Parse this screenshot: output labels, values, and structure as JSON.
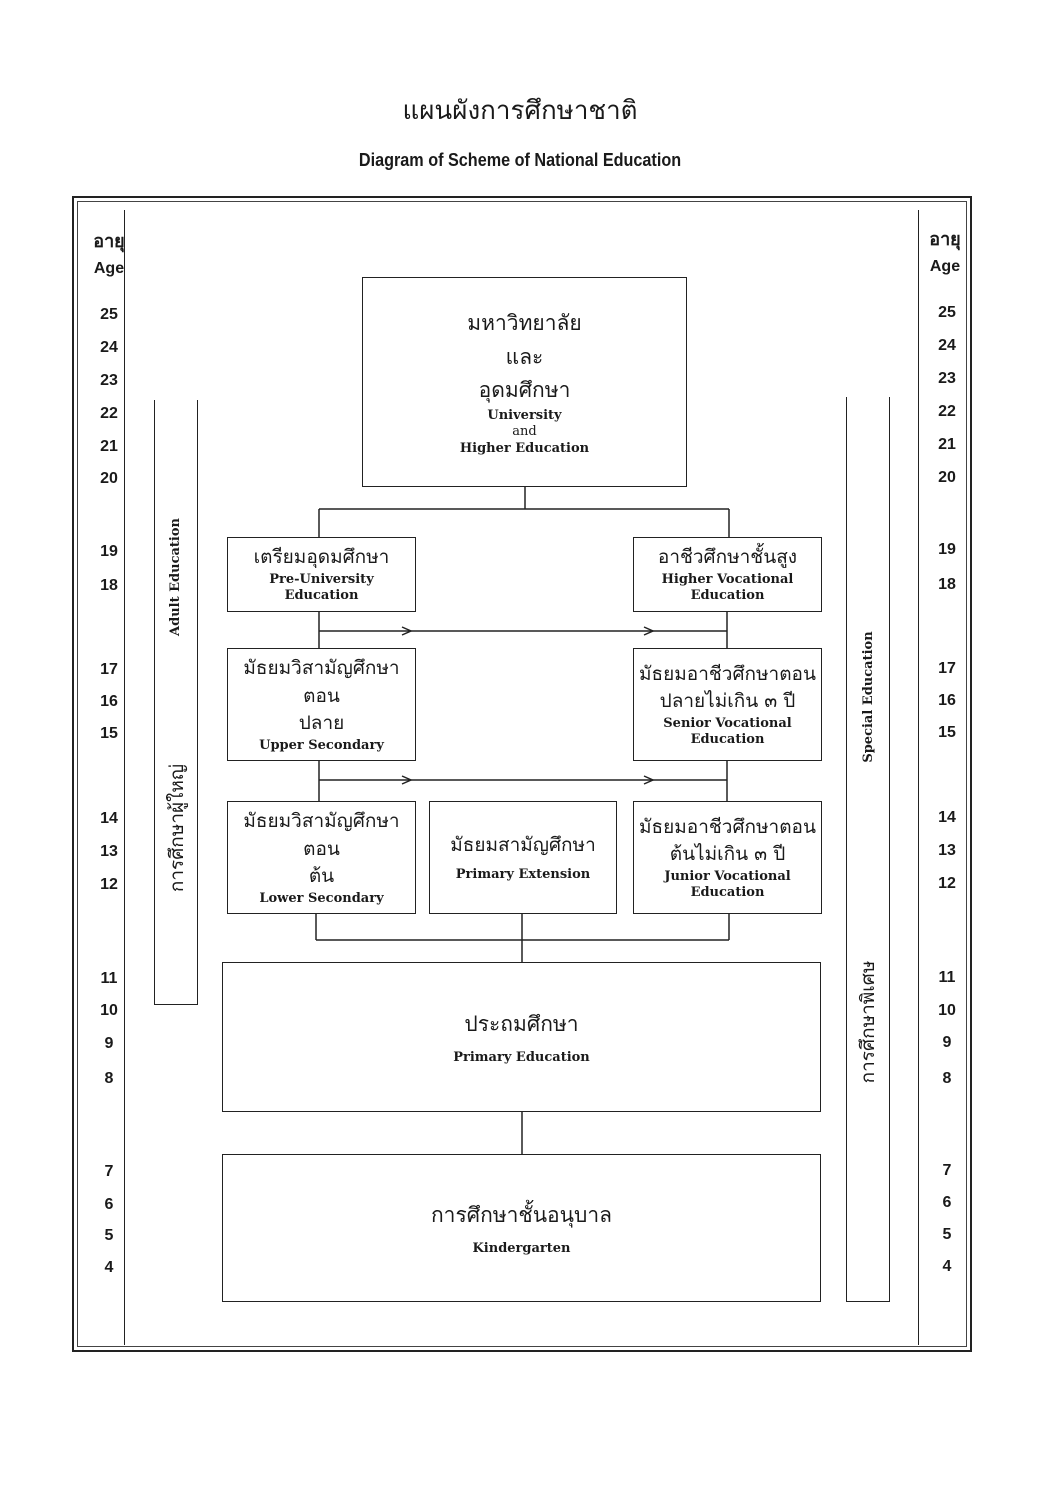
{
  "title_thai": "แผนผังการศึกษาชาติ",
  "title_english": "Diagram of Scheme of National Education",
  "age_header_thai": "อายุ",
  "age_header_english": "Age",
  "ages": [
    "25",
    "24",
    "23",
    "22",
    "21",
    "20",
    "19",
    "18",
    "17",
    "16",
    "15",
    "14",
    "13",
    "12",
    "11",
    "10",
    "9",
    "8",
    "7",
    "6",
    "5",
    "4"
  ],
  "adult_education": {
    "english": "Adult Education",
    "thai": "การศึกษาผู้ใหญ่"
  },
  "special_education": {
    "english": "Special Education",
    "thai": "การศึกษาพิเศษ"
  },
  "stages": {
    "university": {
      "thai_1": "มหาวิทยาลัย",
      "thai_2": "และ",
      "thai_3": "อุดมศึกษา",
      "english_1": "University",
      "english_2": "and",
      "english_3": "Higher Education"
    },
    "pre_university": {
      "thai": "เตรียมอุดมศึกษา",
      "english_1": "Pre-University",
      "english_2": "Education"
    },
    "higher_vocational": {
      "thai": "อาชีวศึกษาชั้นสูง",
      "english_1": "Higher Vocational",
      "english_2": "Education"
    },
    "upper_secondary": {
      "thai_1": "มัธยมวิสามัญศึกษาตอน",
      "thai_2": "ปลาย",
      "english": "Upper Secondary"
    },
    "senior_vocational": {
      "thai_1": "มัธยมอาชีวศึกษาตอน",
      "thai_2": "ปลายไม่เกิน ๓ ปี",
      "english_1": "Senior Vocational",
      "english_2": "Education"
    },
    "lower_secondary": {
      "thai_1": "มัธยมวิสามัญศึกษาตอน",
      "thai_2": "ต้น",
      "english": "Lower Secondary"
    },
    "primary_extension": {
      "thai": "มัธยมสามัญศึกษา",
      "english": "Primary Extension"
    },
    "junior_vocational": {
      "thai_1": "มัธยมอาชีวศึกษาตอน",
      "thai_2": "ต้นไม่เกิน ๓ ปี",
      "english_1": "Junior Vocational",
      "english_2": "Education"
    },
    "primary": {
      "thai": "ประถมศึกษา",
      "english": "Primary Education"
    },
    "kindergarten": {
      "thai": "การศึกษาชั้นอนุบาล",
      "english": "Kindergarten"
    }
  }
}
